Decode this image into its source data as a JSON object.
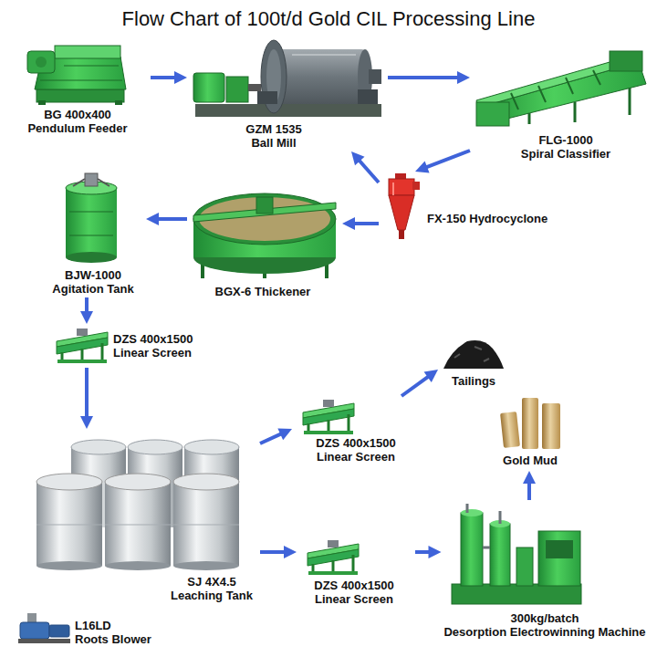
{
  "diagram": {
    "title": "Flow Chart of 100t/d Gold CIL Processing Line",
    "nodes": [
      {
        "text": [
          "BG 400x400",
          "Pendulum Feeder"
        ]
      },
      {
        "text": [
          "GZM 1535",
          "Ball Mill"
        ]
      },
      {
        "text": [
          "FLG-1000",
          "Spiral Classifier"
        ]
      },
      {
        "text": [
          "FX-150 Hydrocyclone"
        ]
      },
      {
        "text": [
          "BGX-6 Thickener"
        ]
      },
      {
        "text": [
          "BJW-1000",
          "Agitation Tank"
        ]
      },
      {
        "text": [
          "DZS 400x1500",
          "Linear Screen"
        ]
      },
      {
        "text": [
          "Tailings"
        ]
      },
      {
        "text": [
          "DZS 400x1500",
          "Linear Screen"
        ]
      },
      {
        "text": [
          "Gold Mud"
        ]
      },
      {
        "text": [
          "SJ 4X4.5",
          "Leaching Tank"
        ]
      },
      {
        "text": [
          "DZS 400x1500",
          "Linear Screen"
        ]
      },
      {
        "text": [
          "300kg/batch",
          "Desorption Electrowinning Machine"
        ]
      },
      {
        "text": [
          "L16LD",
          "Roots Blower"
        ]
      }
    ],
    "edges": [
      {
        "from": 0,
        "to": 1,
        "arrow": "to"
      },
      {
        "from": 1,
        "to": 2,
        "arrow": "to"
      },
      {
        "from": 2,
        "to": 3,
        "arrow": "to"
      },
      {
        "from": 3,
        "to": 1,
        "arrow": "to"
      },
      {
        "from": 3,
        "to": 4,
        "arrow": "to"
      },
      {
        "from": 4,
        "to": 5,
        "arrow": "to"
      },
      {
        "from": 5,
        "to": 6,
        "arrow": "to"
      },
      {
        "from": 6,
        "to": 10,
        "arrow": "to"
      },
      {
        "from": 10,
        "to": 8,
        "arrow": "to"
      },
      {
        "from": 8,
        "to": 7,
        "arrow": "to"
      },
      {
        "from": 10,
        "to": 11,
        "arrow": "to"
      },
      {
        "from": 11,
        "to": 12,
        "arrow": "to"
      },
      {
        "from": 12,
        "to": 9,
        "arrow": "to"
      }
    ]
  }
}
